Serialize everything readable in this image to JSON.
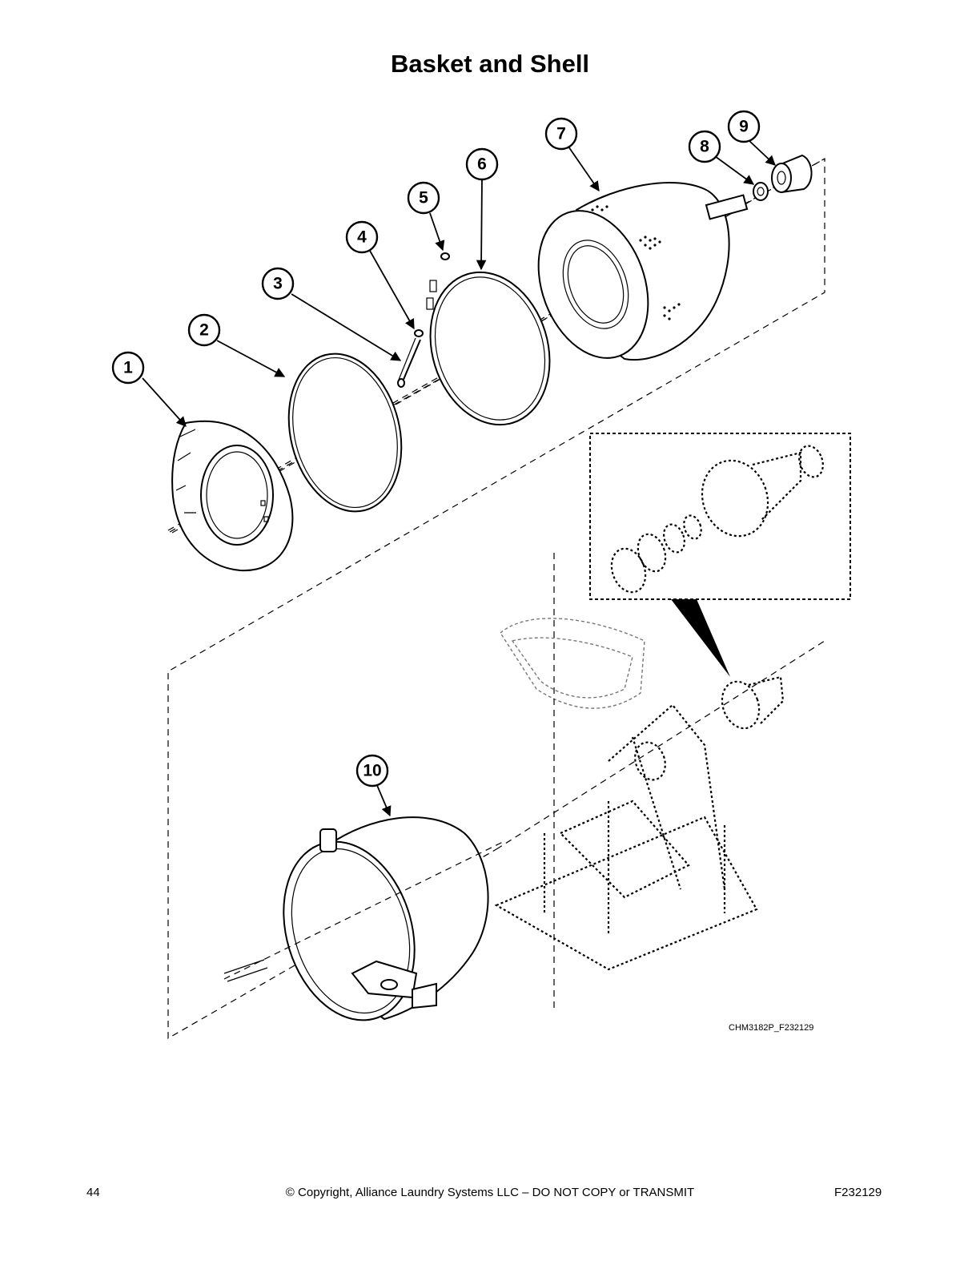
{
  "page": {
    "title": "Basket and Shell",
    "page_number": "44",
    "copyright": "© Copyright, Alliance Laundry Systems LLC – DO NOT COPY or TRANSMIT",
    "doc_code": "F232129"
  },
  "figure": {
    "code": "CHM3182P_F232129",
    "callouts": [
      "1",
      "2",
      "3",
      "4",
      "5",
      "6",
      "7",
      "8",
      "9",
      "10"
    ]
  }
}
